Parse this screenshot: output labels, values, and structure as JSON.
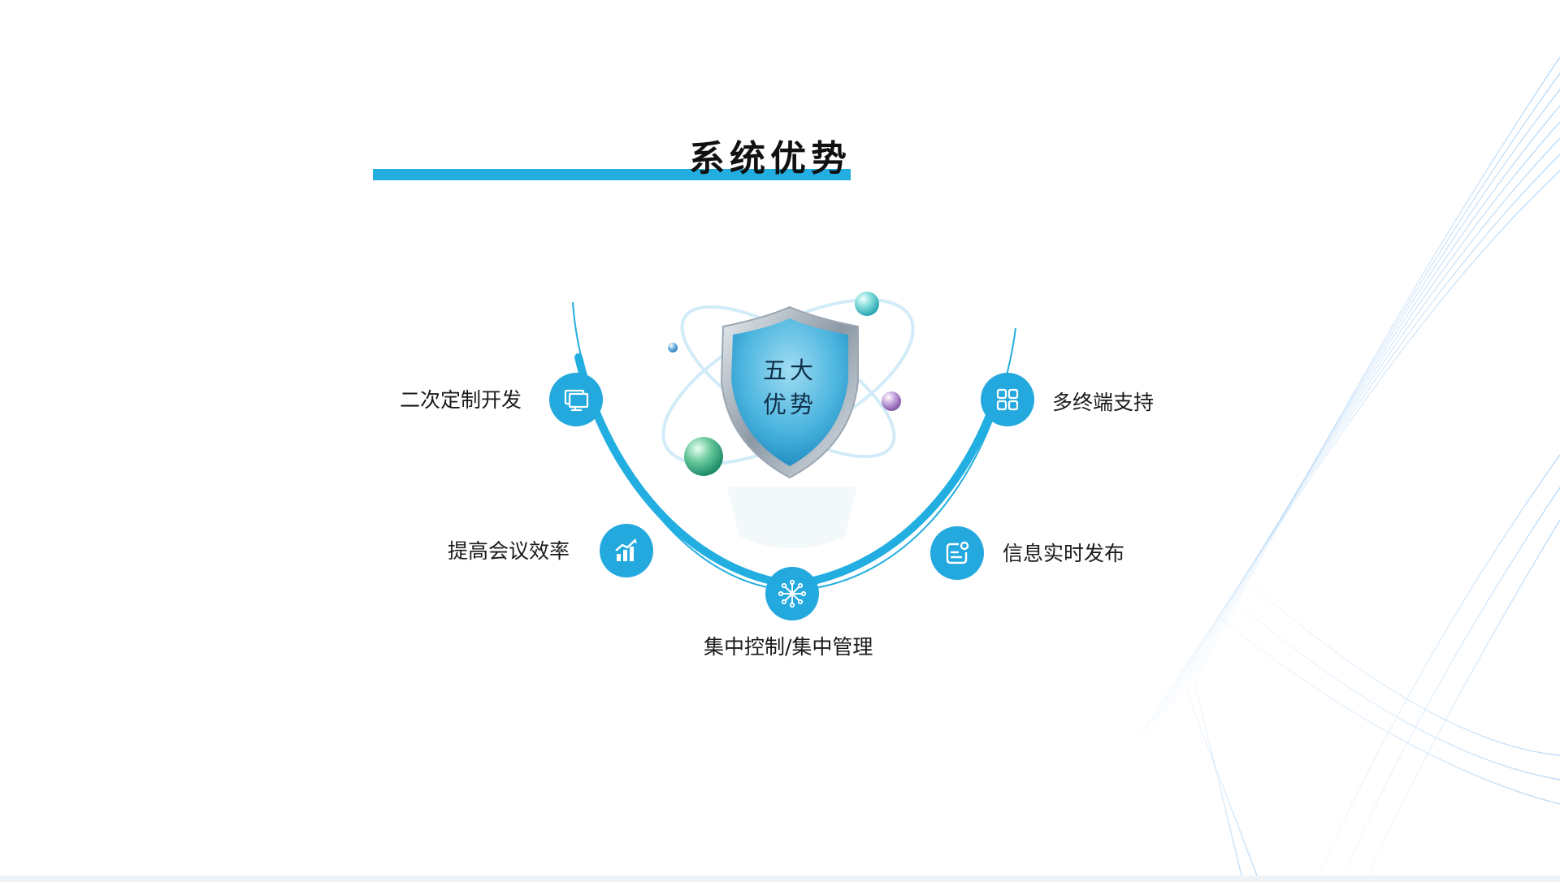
{
  "page": {
    "title": "系统优势",
    "accent_color": "#22aee0"
  },
  "center": {
    "line1": "五大",
    "line2": "优势",
    "emblem": "shield-with-orbits"
  },
  "advantages": [
    {
      "label": "二次定制开发",
      "icon": "monitor-icon"
    },
    {
      "label": "多终端支持",
      "icon": "grid-icon"
    },
    {
      "label": "提高会议效率",
      "icon": "bar-chart-icon"
    },
    {
      "label": "信息实时发布",
      "icon": "notification-icon"
    },
    {
      "label": "集中控制/集中管理",
      "icon": "hub-icon"
    }
  ]
}
